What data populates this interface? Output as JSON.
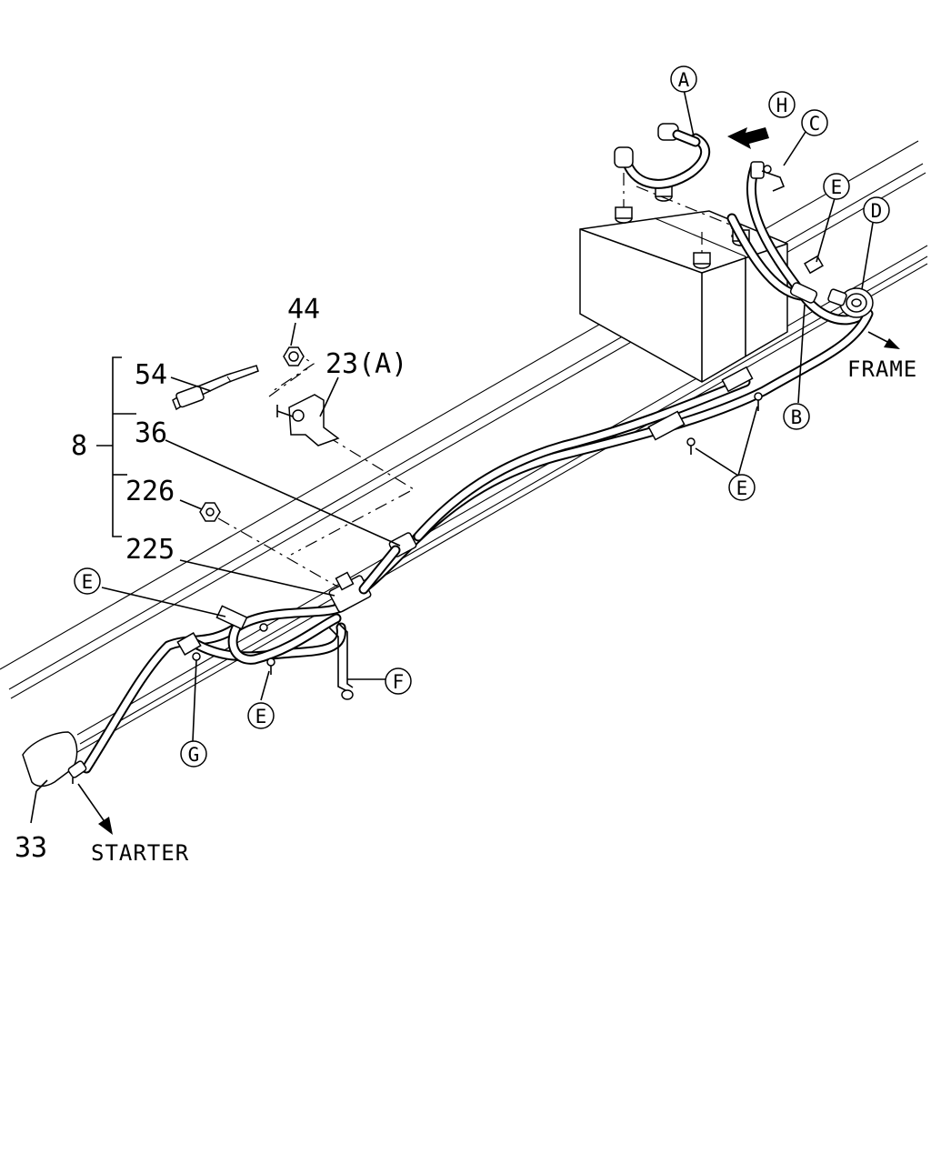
{
  "labels": {
    "part_44": "44",
    "part_23a": "23(A)",
    "part_54": "54",
    "part_8": "8",
    "part_36": "36",
    "part_226": "226",
    "part_225": "225",
    "part_33": "33",
    "frame": "FRAME",
    "starter": "STARTER"
  },
  "callouts": {
    "a": "A",
    "h": "H",
    "c": "C",
    "e1": "E",
    "d": "D",
    "b": "B",
    "e2": "E",
    "e3": "E",
    "f": "F",
    "e4": "E",
    "g": "G"
  }
}
